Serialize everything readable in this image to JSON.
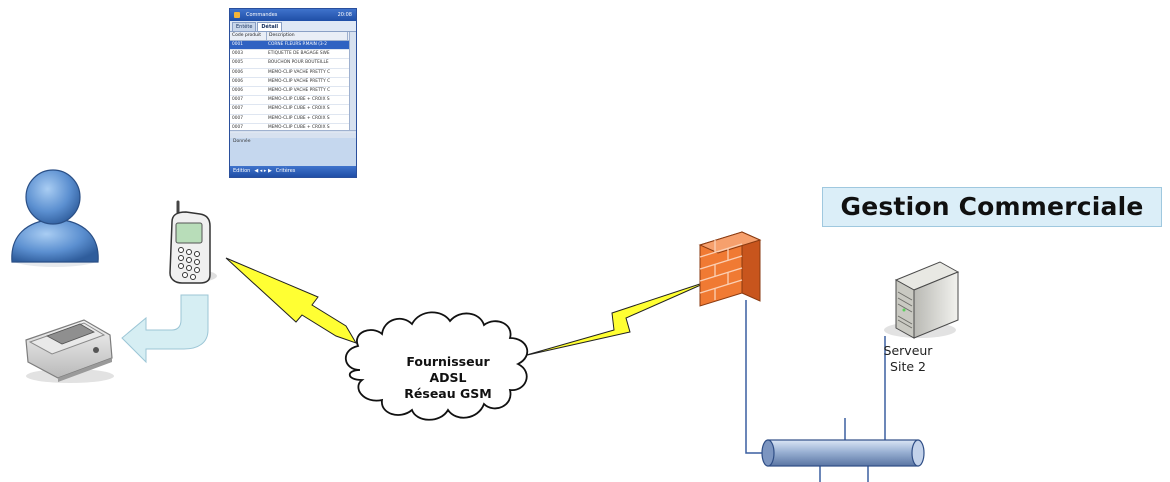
{
  "title": "Gestion Commerciale",
  "cloud": {
    "line1": "Fournisseur",
    "line2": "ADSL",
    "line3": "Réseau GSM"
  },
  "server": {
    "line1": "Serveur",
    "line2": "Site 2"
  },
  "pocketpc": {
    "app_title": "Commandes",
    "clock": "20:08",
    "tabs": [
      "Entête",
      "Détail"
    ],
    "columns": [
      "Code produit",
      "Description"
    ],
    "rows": [
      [
        "0001",
        "CORNE FLEURS P.MAIN (3-2"
      ],
      [
        "0003",
        "ETIQUETTE DE BAGAGE SWE"
      ],
      [
        "0005",
        "BOUCHON POUR BOUTEILLE"
      ],
      [
        "0006",
        "MEMO-CLIP VACHE PRETTY C"
      ],
      [
        "0006",
        "MEMO-CLIP VACHE PRETTY C"
      ],
      [
        "0006",
        "MEMO-CLIP VACHE PRETTY C"
      ],
      [
        "0007",
        "MEMO-CLIP CUBE + CROIX S"
      ],
      [
        "0007",
        "MEMO-CLIP CUBE + CROIX S"
      ],
      [
        "0007",
        "MEMO-CLIP CUBE + CROIX S"
      ],
      [
        "0007",
        "MEMO-CLIP CUBE + CROIX S"
      ]
    ],
    "status": "Donnée",
    "menu": [
      "Edition",
      "Critères"
    ]
  },
  "colors": {
    "title_box": "#dbeef8",
    "lightning": "#ffff33",
    "pipe": "#9bb2d4",
    "firewall": "#f07a33",
    "person": "#5b8fd0",
    "arrow": "#d6eef3"
  },
  "icons": [
    "user-icon",
    "mobile-phone-icon",
    "printer-icon",
    "firewall-icon",
    "server-icon",
    "cloud-icon",
    "network-bus-icon"
  ]
}
